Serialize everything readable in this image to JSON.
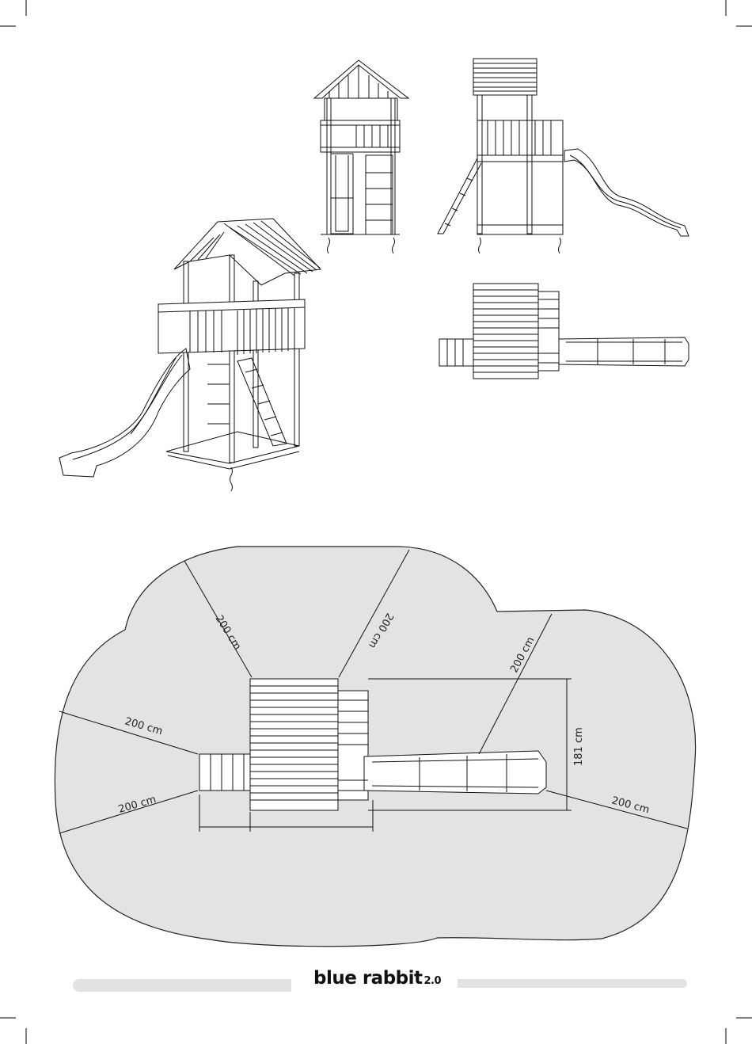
{
  "brand": {
    "name": "blue rabbit",
    "version": "2.0"
  },
  "safety_zone": {
    "fill": "#e3e3e3",
    "dimensions": {
      "top_left": "200 cm",
      "top_center": "200 cm",
      "top_right": "200 cm",
      "left_upper": "200 cm",
      "left_lower": "200 cm",
      "right_lower": "200 cm",
      "height": "181 cm"
    }
  },
  "views": [
    "isometric-view",
    "front-view",
    "side-view",
    "top-view",
    "safety-zone-plan"
  ]
}
